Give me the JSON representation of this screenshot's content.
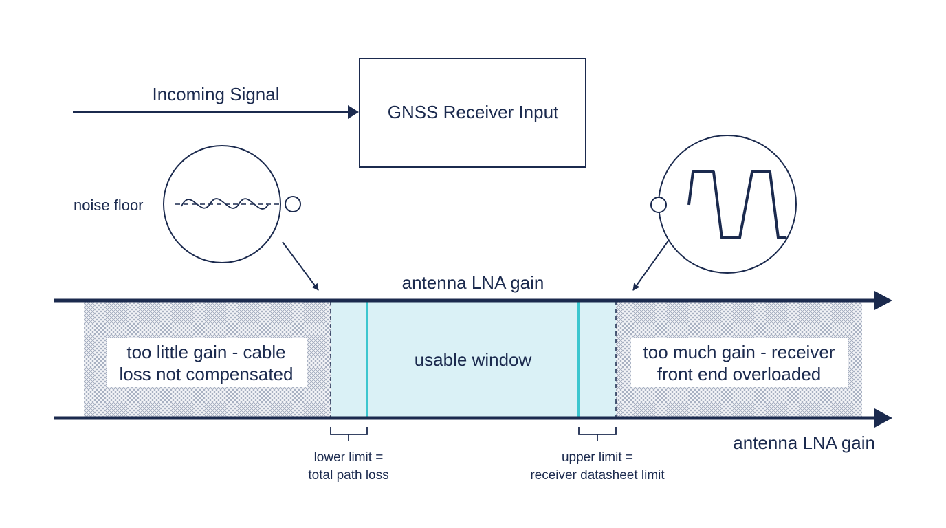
{
  "input": {
    "signal_label": "Incoming Signal",
    "receiver_label": "GNSS Receiver Input"
  },
  "insets": {
    "noise_label": "noise floor"
  },
  "axis": {
    "top_label": "antenna LNA gain",
    "bottom_label": "antenna LNA gain"
  },
  "regions": {
    "low_line1": "too little gain - cable",
    "low_line2": "loss not compensated",
    "usable": "usable window",
    "high_line1": "too much gain - receiver",
    "high_line2": "front end overloaded"
  },
  "limits": {
    "lower_line1": "lower limit =",
    "lower_line2": "total path loss",
    "upper_line1": "upper limit =",
    "upper_line2": "receiver datasheet limit"
  },
  "colors": {
    "ink": "#1b2a4e",
    "window_fill": "#daf1f6",
    "window_edge": "#3cc6cf",
    "hatch": "#9aa4b8"
  }
}
